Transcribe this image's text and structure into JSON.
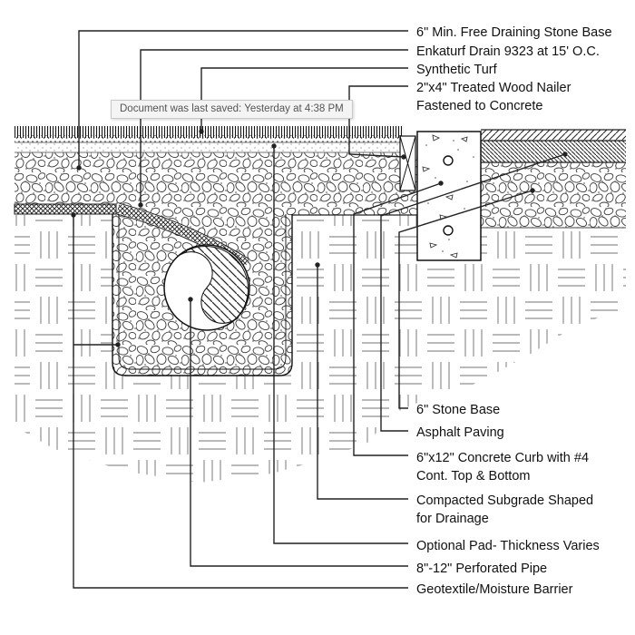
{
  "tooltip": {
    "text": "Document was last saved: Yesterday at 4:38 PM"
  },
  "callouts": {
    "stone_base_min": {
      "line1": "6\" Min. Free Draining Stone Base"
    },
    "enkaturf_drain": {
      "line1": "Enkaturf Drain 9323 at 15' O.C."
    },
    "synthetic_turf": {
      "line1": "Synthetic Turf"
    },
    "wood_nailer": {
      "line1": "2\"x4\" Treated Wood Nailer",
      "line2": "Fastened to Concrete"
    },
    "stone_base": {
      "line1": "6\" Stone Base"
    },
    "asphalt_paving": {
      "line1": "Asphalt Paving"
    },
    "concrete_curb": {
      "line1": "6\"x12\" Concrete Curb with #4",
      "line2": "Cont. Top & Bottom"
    },
    "compacted_subgrade": {
      "line1": "Compacted Subgrade Shaped",
      "line2": "for Drainage"
    },
    "optional_pad": {
      "line1": "Optional Pad- Thickness Varies"
    },
    "perforated_pipe": {
      "line1": "8\"-12\" Perforated Pipe"
    },
    "geotextile": {
      "line1": "Geotextile/Moisture Barrier"
    }
  },
  "colors": {
    "background": "#ffffff",
    "ink": "#1a1a1a",
    "hatch_gray": "#8f8f8f",
    "tooltip_bg": "#f4f4f4",
    "tooltip_border": "#c9c9c9",
    "tooltip_text": "#555555"
  }
}
